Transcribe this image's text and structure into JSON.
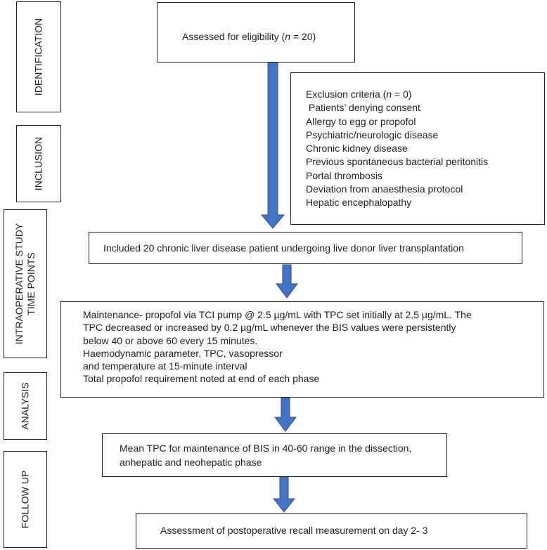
{
  "stage_labels": [
    {
      "lines": [
        "IDENTIFICATION"
      ]
    },
    {
      "lines": [
        "INCLUSION"
      ]
    },
    {
      "lines": [
        "INTRAOPERATIVE STUDY",
        "TIME POINTS"
      ]
    },
    {
      "lines": [
        "ANALYSIS"
      ]
    },
    {
      "lines": [
        "FOLLOW UP"
      ]
    }
  ],
  "eligibility": {
    "prefix": "Assessed for eligibility (",
    "n_symbol": "n",
    "suffix": " = 20)"
  },
  "exclusion": {
    "title_prefix": "Exclusion criteria (",
    "n_symbol": "n",
    "title_suffix": " = 0)",
    "items": [
      " Patients’ denying consent",
      "Allergy to egg or propofol",
      "Psychiatric/neurologic disease",
      "Chronic kidney disease",
      "Previous spontaneous bacterial peritonitis",
      "Portal thrombosis",
      "Deviation from anaesthesia protocol",
      "Hepatic encephalopathy"
    ]
  },
  "included": "Included 20 chronic liver disease patient undergoing live donor liver transplantation",
  "maintenance": [
    "Maintenance- propofol via TCI pump @ 2.5 µg/mL with TPC set initially at 2.5 µg/mL. The",
    "TPC decreased or increased by 0.2 µg/mL whenever the BIS values were persistently",
    "below 40 or above 60 every 15 minutes.",
    "Haemodynamic parameter, TPC, vasopressor",
    "and temperature at 15-minute interval",
    "Total propofol requirement noted at end of each phase"
  ],
  "mean_tpc": [
    "Mean TPC for maintenance of BIS in 40-60 range in the dissection,",
    "anhepatic and neohepatic phase"
  ],
  "assessment": "Assessment of postoperative recall measurement on day 2- 3",
  "colors": {
    "arrow": "#4472c4",
    "arrow_outline": "#2f528f",
    "border": "#231f20"
  }
}
